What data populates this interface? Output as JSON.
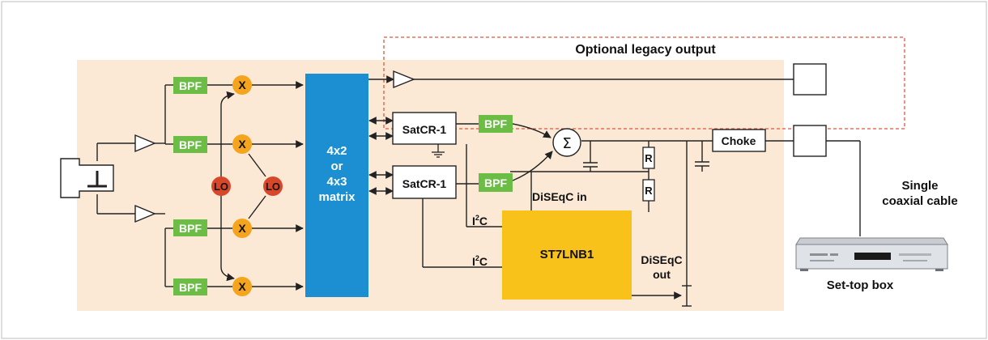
{
  "legacy": {
    "title": "Optional legacy output"
  },
  "filters": {
    "bpf": "BPF"
  },
  "mixers": {
    "symbol": "X"
  },
  "lo": {
    "label": "LO"
  },
  "matrix": {
    "line1": "4x2",
    "line2": "or",
    "line3": "4x3",
    "line4": "matrix"
  },
  "satcr": {
    "label": "SatCR-1"
  },
  "summer": {
    "symbol": "Σ"
  },
  "resistor": {
    "label": "R"
  },
  "choke": {
    "label": "Choke"
  },
  "diseqc": {
    "in_label": "DiSEqC in",
    "out_line1": "DiSEqC",
    "out_line2": "out"
  },
  "i2c": {
    "main": "I",
    "sup": "2",
    "tail": "C"
  },
  "chip": {
    "label": "ST7LNB1"
  },
  "cable": {
    "line1": "Single",
    "line2": "coaxial cable"
  },
  "stb": {
    "label": "Set-top box"
  },
  "colors": {
    "background_panel": "#fbe9d6",
    "bpf": "#6cbd45",
    "mixer": "#f5a41d",
    "lo": "#d9472b",
    "matrix": "#1b8fd1",
    "chip": "#f9c21b",
    "legacy_border": "#e0563f",
    "wire": "#222222"
  }
}
